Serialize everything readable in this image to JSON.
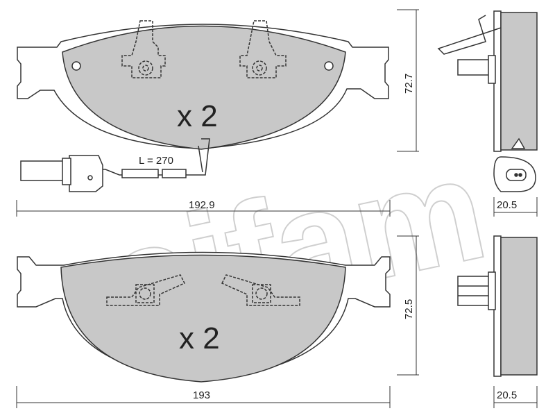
{
  "diagram": {
    "watermark": "cifam",
    "top_pad": {
      "quantity": "x 2",
      "width": "192.9",
      "height": "72.7",
      "thickness": "20.5",
      "wire_length": "L = 270"
    },
    "bottom_pad": {
      "quantity": "x 2",
      "width": "193",
      "height": "72.5",
      "thickness": "20.5"
    },
    "colors": {
      "pad_fill": "#c8c8c8",
      "line": "#333333",
      "watermark": "#cfcfcf"
    }
  }
}
